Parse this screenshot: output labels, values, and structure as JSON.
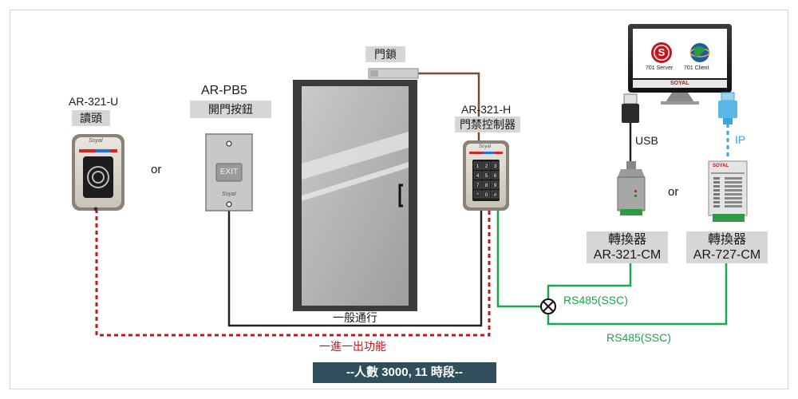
{
  "devices": {
    "reader": {
      "model": "AR-321-U",
      "name": "讀頭",
      "brand": "Soyal"
    },
    "exit_button": {
      "model": "AR-PB5",
      "name": "開門按鈕",
      "face_label": "EXIT",
      "brand": "Soyal"
    },
    "lock": {
      "name": "門鎖"
    },
    "controller": {
      "model": "AR-321-H",
      "name": "門禁控制器",
      "brand": "Soyal",
      "keys": [
        "1",
        "2",
        "3",
        "4",
        "5",
        "6",
        "7",
        "8",
        "9",
        "*",
        "0",
        "#"
      ]
    },
    "monitor": {
      "server_label": "701 Server",
      "client_label": "701 Client",
      "brand_bar": "SOYAL",
      "server_logo_letter": "S"
    },
    "converter_usb": {
      "name": "轉換器",
      "model": "AR-321-CM"
    },
    "converter_ip": {
      "name": "轉換器",
      "model": "AR-727-CM",
      "brand": "SOYAL"
    }
  },
  "connections": {
    "or_1": "or",
    "or_2": "or",
    "usb": "USB",
    "ip": "IP",
    "rs485_a": "RS485(SSC)",
    "rs485_b": "RS485(SSC)",
    "normal_pass": "一般通行",
    "anti_passback": "一進一出功能"
  },
  "banner": "--人數 3000, 11 時段--",
  "colors": {
    "red_dashed": "#c4161c",
    "green": "#1aa64a",
    "blue_dashed": "#3aa5dd",
    "cable_dark": "#222222",
    "banner_bg": "#2f4f5c",
    "label_box": "#d6d6d6"
  }
}
